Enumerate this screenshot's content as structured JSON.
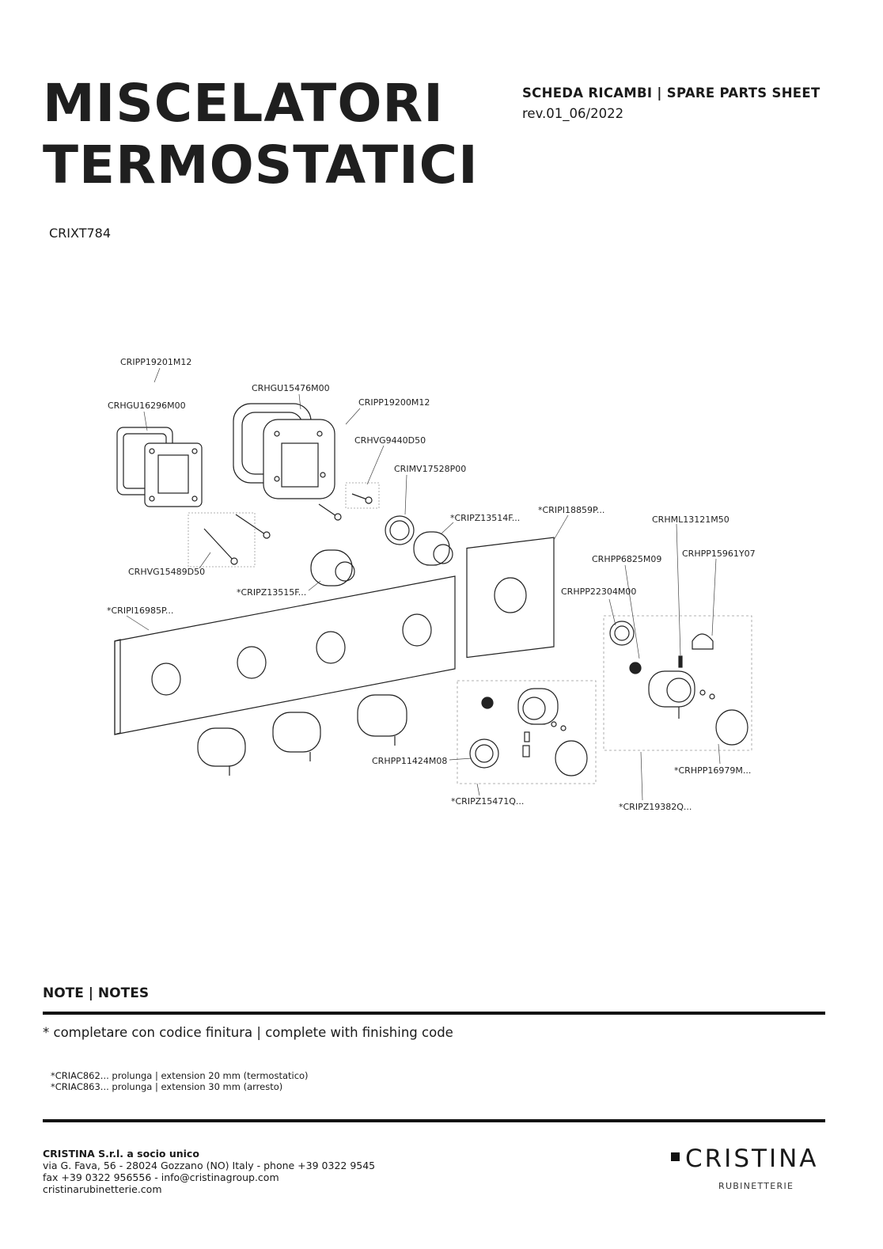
{
  "header": {
    "title_line1": "MISCELATORI",
    "title_line2": "TERMOSTATICI",
    "sheet_label": "SCHEDA RICAMBI | SPARE PARTS SHEET",
    "revision": "rev.01_06/2022",
    "product_code": "CRIXT784"
  },
  "parts": {
    "p1": "CRIPP19201M12",
    "p2": "CRHGU15476M00",
    "p3": "CRHGU16296M00",
    "p4": "CRIPP19200M12",
    "p5": "CRHVG9440D50",
    "p6": "CRIMV17528P00",
    "p7": "*CRIPZ13514F...",
    "p8": "*CRIPI18859P...",
    "p9": "CRHML13121M50",
    "p10": "CRHPP15961Y07",
    "p11": "CRHPP6825M09",
    "p12": "CRHPP22304M00",
    "p13": "CRHVG15489D50",
    "p14": "*CRIPZ13515F...",
    "p15": "*CRIPI16985P...",
    "p16": "CRHPP11424M08",
    "p17": "*CRIPZ15471Q...",
    "p18": "*CRIPZ19382Q...",
    "p19": "*CRHPP16979M..."
  },
  "notes": {
    "title": "NOTE | NOTES",
    "main": "* completare con codice finitura  | complete with finishing code",
    "line1": "*CRIAC862... prolunga | extension 20 mm (termostatico)",
    "line2": "*CRIAC863... prolunga | extension 30 mm (arresto)"
  },
  "footer": {
    "company": "CRISTINA S.r.l. a socio unico",
    "address": "via G. Fava, 56 - 28024 Gozzano (NO) Italy - phone +39 0322 9545",
    "fax": "fax +39 0322 956556 - info@cristinagroup.com",
    "website": "cristinarubinetterie.com",
    "brand": "CRISTINA",
    "brand_sub": "RUBINETTERIE"
  }
}
